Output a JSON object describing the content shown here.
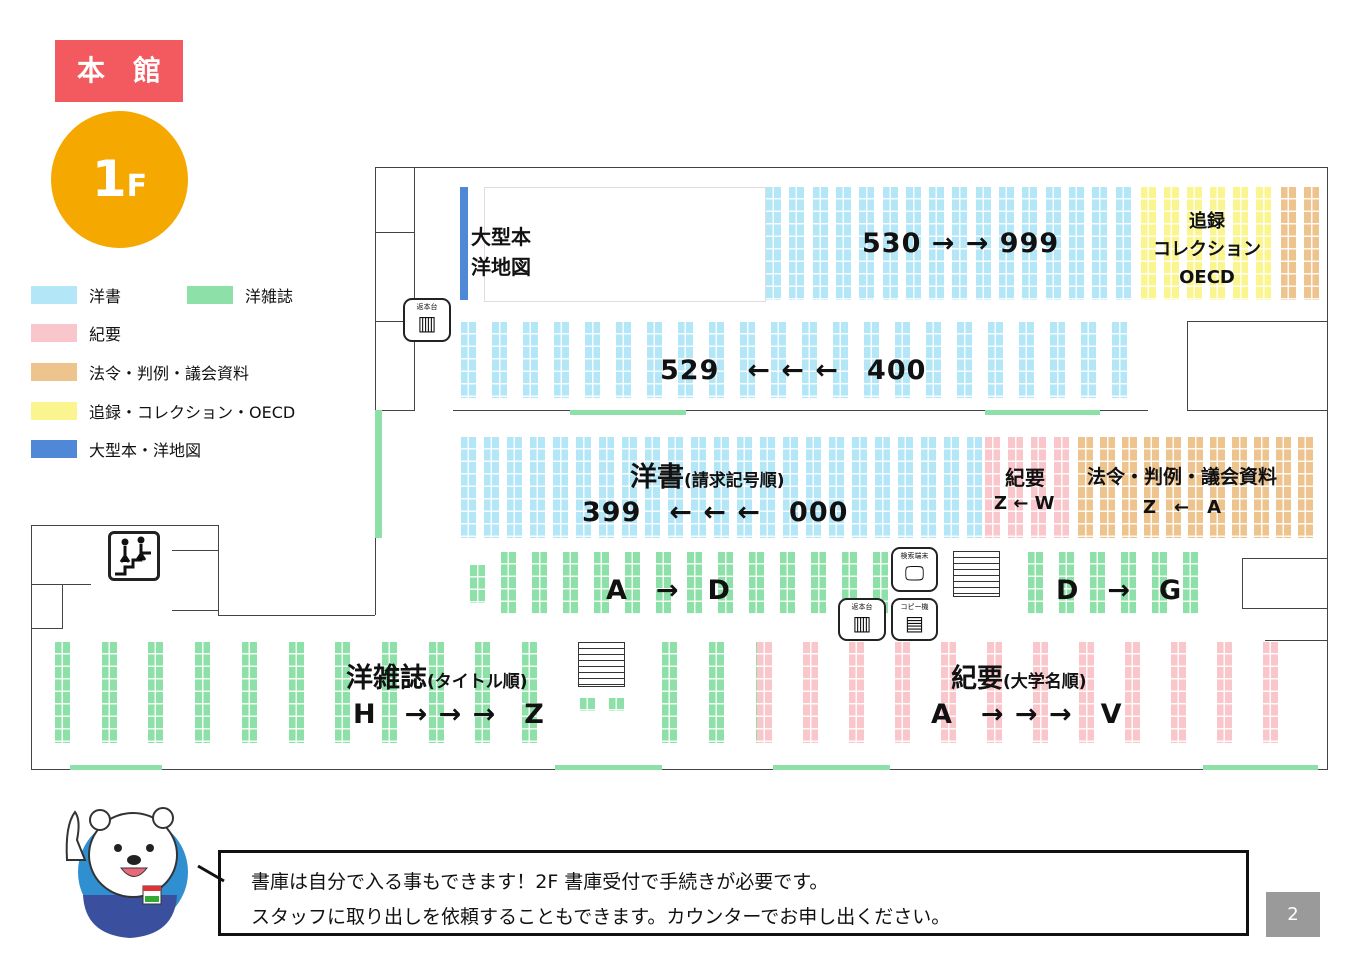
{
  "building": "本　館",
  "floor": {
    "num": "1",
    "unit": "F"
  },
  "colors": {
    "western_books": "#b3e6f7",
    "western_magazines": "#8ce0a8",
    "bulletins": "#f9c7cb",
    "law": "#edc48e",
    "supplement": "#fbf58f",
    "large": "#4e88d6",
    "badge_red": "#f25a5f",
    "badge_orange": "#f5a800"
  },
  "legend": [
    {
      "label": "洋書",
      "color": "#b3e6f7"
    },
    {
      "label": "洋雑誌",
      "color": "#8ce0a8"
    },
    {
      "label": "紀要",
      "color": "#f9c7cb"
    },
    {
      "label": "法令・判例・議会資料",
      "color": "#edc48e"
    },
    {
      "label": "追録・コレクション・OECD",
      "color": "#fbf58f"
    },
    {
      "label": "大型本・洋地図",
      "color": "#4e88d6"
    }
  ],
  "map": {
    "large_books": "大型本",
    "western_maps": "洋地図",
    "row1_range": "530 → → 999",
    "supplement": [
      "追録",
      "コレクション",
      "OECD"
    ],
    "row2_range": "529　← ← ←　400",
    "western_books_title": "洋書",
    "western_books_order": "(請求記号順)",
    "row3_range": "399　← ← ←　000",
    "bulletins_small": "紀要",
    "bulletins_small_range": "Z ← W",
    "law_title": "法令・判例・議会資料",
    "law_range": "Z　←　A",
    "mag_left_range": "A　→　D",
    "mag_right_range": "D　→　G",
    "magazines_title": "洋雑誌",
    "magazines_order": "(タイトル順)",
    "magazines_range": "H　→ → →　Z",
    "bulletins_title": "紀要",
    "bulletins_order": "(大学名順)",
    "bulletins_range": "A　→ → →　V",
    "icons": {
      "return_desk": "返本台",
      "search_terminal": "検索端末",
      "copier": "コピー機"
    }
  },
  "notice": [
    "書庫は自分で入る事もできます！2F 書庫受付で手続きが必要です。",
    "スタッフに取り出しを依頼することもできます。カウンターでお申し出ください。"
  ],
  "page_number": "2"
}
